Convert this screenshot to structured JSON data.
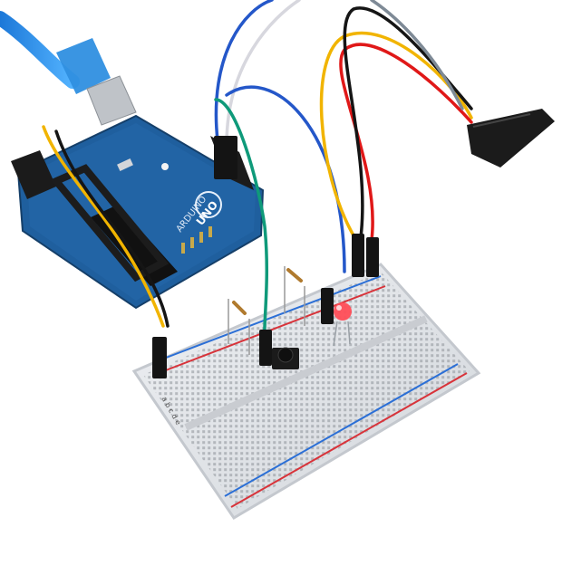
{
  "scene": {
    "background": "#ffffff",
    "board": {
      "logo_text": "ARDUINO",
      "model_text": "UNO",
      "color": "#1f5f9e",
      "header_color": "#1c1c1c"
    },
    "usb_cable_color": "#2f8fe0",
    "breadboard": {
      "body_color": "#dfe2e6",
      "rail_red": "#d8333a",
      "rail_blue": "#2b6fd6",
      "row_letters": "a b c d e"
    },
    "led_color": "#ff4d57",
    "wire_colors": {
      "blue": "#2457c9",
      "white": "#e9e9ef",
      "green": "#0f9a7a",
      "yellow": "#f1b400",
      "red": "#e01818",
      "black": "#151515"
    }
  }
}
